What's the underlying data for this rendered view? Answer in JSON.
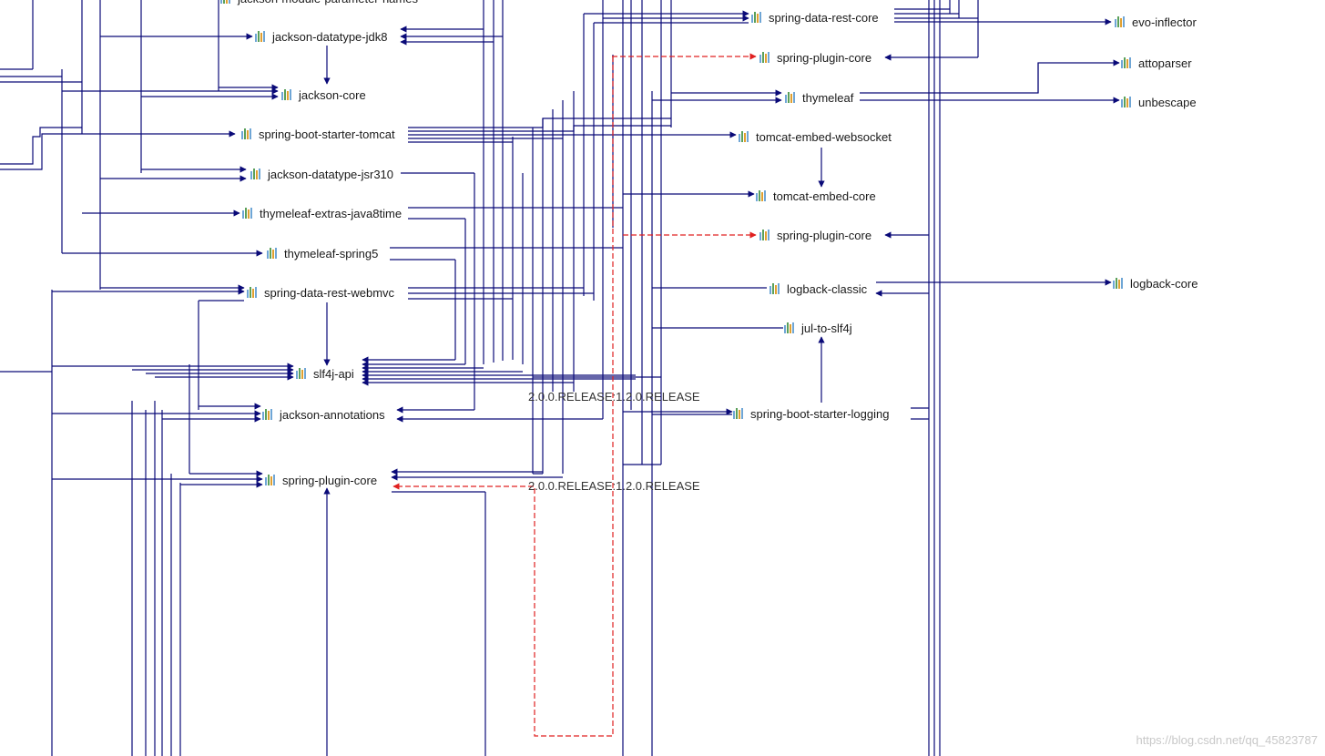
{
  "nodes": [
    {
      "id": "n_jackson_module_param",
      "label": "jackson-module-parameter-names"
    },
    {
      "id": "n_jackson_jdk8",
      "label": "jackson-datatype-jdk8"
    },
    {
      "id": "n_jackson_core",
      "label": "jackson-core"
    },
    {
      "id": "n_tomcat_starter",
      "label": "spring-boot-starter-tomcat"
    },
    {
      "id": "n_jackson_jsr310",
      "label": "jackson-datatype-jsr310"
    },
    {
      "id": "n_thymeleaf_java8",
      "label": "thymeleaf-extras-java8time"
    },
    {
      "id": "n_thymeleaf_spring5",
      "label": "thymeleaf-spring5"
    },
    {
      "id": "n_rest_webmvc",
      "label": "spring-data-rest-webmvc"
    },
    {
      "id": "n_slf4j",
      "label": "slf4j-api"
    },
    {
      "id": "n_jackson_annotations",
      "label": "jackson-annotations"
    },
    {
      "id": "n_plugin_core_main",
      "label": "spring-plugin-core"
    },
    {
      "id": "n_rest_core",
      "label": "spring-data-rest-core"
    },
    {
      "id": "n_plugin_core_a",
      "label": "spring-plugin-core"
    },
    {
      "id": "n_thymeleaf",
      "label": "thymeleaf"
    },
    {
      "id": "n_ws",
      "label": "tomcat-embed-websocket"
    },
    {
      "id": "n_tomcat_core",
      "label": "tomcat-embed-core"
    },
    {
      "id": "n_plugin_core_b",
      "label": "spring-plugin-core"
    },
    {
      "id": "n_logback_classic",
      "label": "logback-classic"
    },
    {
      "id": "n_jul",
      "label": "jul-to-slf4j"
    },
    {
      "id": "n_logging_starter",
      "label": "spring-boot-starter-logging"
    },
    {
      "id": "n_evo",
      "label": "evo-inflector"
    },
    {
      "id": "n_attoparser",
      "label": "attoparser"
    },
    {
      "id": "n_unbescape",
      "label": "unbescape"
    },
    {
      "id": "n_logback_core",
      "label": "logback-core"
    }
  ],
  "edge_labels": [
    {
      "id": "conflict_1",
      "text": "2.0.0.RELEASE:1.2.0.RELEASE"
    },
    {
      "id": "conflict_2",
      "text": "2.0.0.RELEASE:1.2.0.RELEASE"
    }
  ],
  "colors": {
    "edge": "#0a0a78",
    "conflict_edge": "#e02020",
    "node_text": "#1a1a1a",
    "background": "#ffffff",
    "watermark": "#c8c8c8"
  },
  "watermark": "https://blog.csdn.net/qq_45823787"
}
